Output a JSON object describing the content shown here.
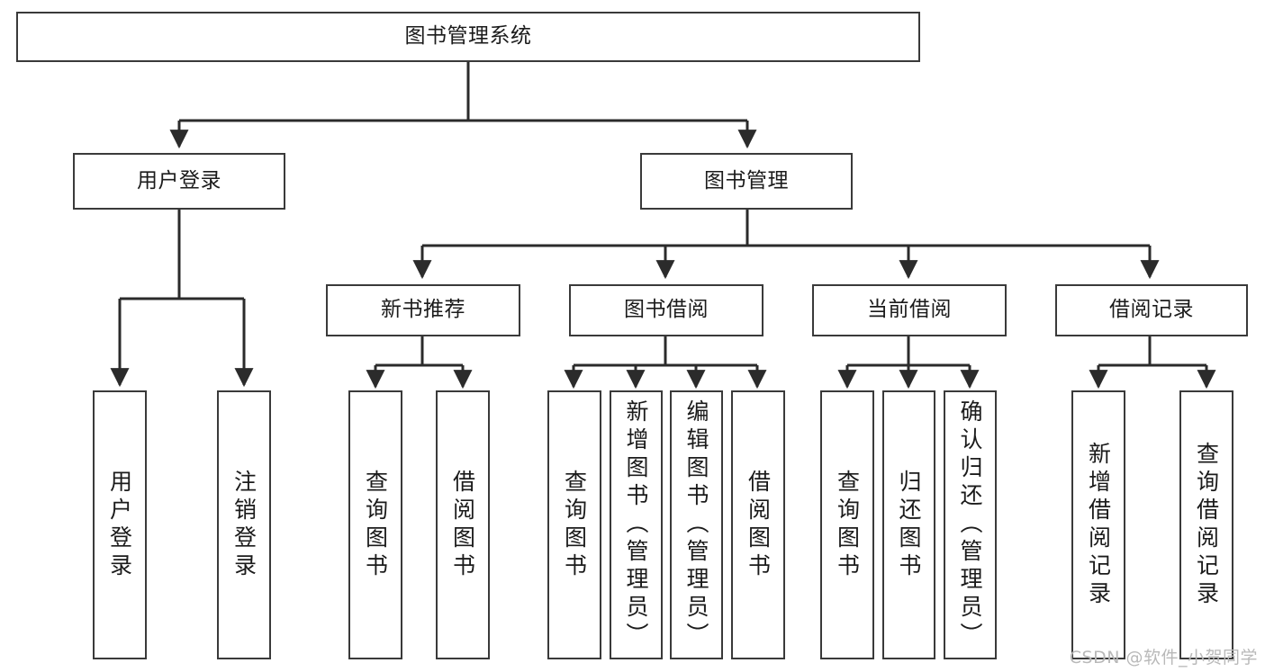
{
  "diagram": {
    "title": "图书管理系统",
    "watermark": "CSDN @软件_小贺同学",
    "colors": {
      "background": "#ffffff",
      "box_border": "#3a3a3a",
      "connector": "#2b2b2b",
      "text": "#1b1b1b",
      "watermark": "#b9b9b9"
    },
    "levels": {
      "root": "图书管理系统",
      "level2": [
        "用户登录",
        "图书管理"
      ],
      "level3": [
        "新书推荐",
        "图书借阅",
        "当前借阅",
        "借阅记录"
      ]
    },
    "nodes": {
      "root": {
        "label": "图书管理系统"
      },
      "user_login": {
        "label": "用户登录"
      },
      "book_manage": {
        "label": "图书管理"
      },
      "new_book_rec": {
        "label": "新书推荐"
      },
      "book_borrow": {
        "label": "图书借阅"
      },
      "current_borrow": {
        "label": "当前借阅"
      },
      "borrow_record": {
        "label": "借阅记录"
      },
      "leaf_user_login": {
        "label": "用户登录"
      },
      "leaf_logout": {
        "label": "注销登录"
      },
      "leaf_query_book_1": {
        "label": "查询图书"
      },
      "leaf_borrow_book_1": {
        "label": "借阅图书"
      },
      "leaf_query_book_2": {
        "label": "查询图书"
      },
      "leaf_add_book": {
        "label": "新增图书（管理员）"
      },
      "leaf_edit_book": {
        "label": "编辑图书（管理员）"
      },
      "leaf_borrow_book_2": {
        "label": "借阅图书"
      },
      "leaf_query_book_3": {
        "label": "查询图书"
      },
      "leaf_return_book": {
        "label": "归还图书"
      },
      "leaf_confirm_return": {
        "label": "确认归还（管理员）"
      },
      "leaf_add_record": {
        "label": "新增借阅记录"
      },
      "leaf_query_record": {
        "label": "查询借阅记录"
      }
    }
  },
  "chart_data": {
    "type": "tree",
    "title": "图书管理系统",
    "orientation": "top-down",
    "tree": {
      "label": "图书管理系统",
      "children": [
        {
          "label": "用户登录",
          "children": [
            {
              "label": "用户登录",
              "children": []
            },
            {
              "label": "注销登录",
              "children": []
            }
          ]
        },
        {
          "label": "图书管理",
          "children": [
            {
              "label": "新书推荐",
              "children": [
                {
                  "label": "查询图书",
                  "children": []
                },
                {
                  "label": "借阅图书",
                  "children": []
                }
              ]
            },
            {
              "label": "图书借阅",
              "children": [
                {
                  "label": "查询图书",
                  "children": []
                },
                {
                  "label": "新增图书（管理员）",
                  "children": []
                },
                {
                  "label": "编辑图书（管理员）",
                  "children": []
                },
                {
                  "label": "借阅图书",
                  "children": []
                }
              ]
            },
            {
              "label": "当前借阅",
              "children": [
                {
                  "label": "查询图书",
                  "children": []
                },
                {
                  "label": "归还图书",
                  "children": []
                },
                {
                  "label": "确认归还（管理员）",
                  "children": []
                }
              ]
            },
            {
              "label": "借阅记录",
              "children": [
                {
                  "label": "新增借阅记录",
                  "children": []
                },
                {
                  "label": "查询借阅记录",
                  "children": []
                }
              ]
            }
          ]
        }
      ]
    }
  }
}
